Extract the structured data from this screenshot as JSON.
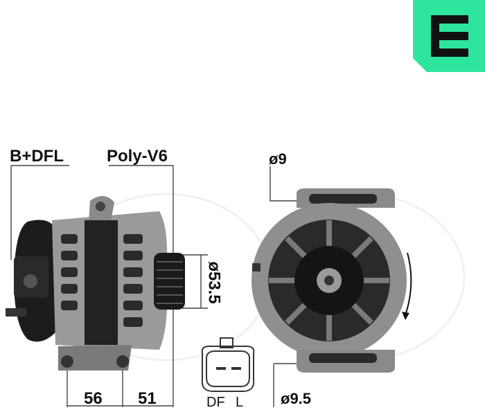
{
  "brand": {
    "color": "#2EE59D",
    "icon": "era-logo-icon"
  },
  "labels": {
    "connector": "B+DFL",
    "pulley": "Poly-V6",
    "pulley_diameter": "ø53.5",
    "top_hole": "ø9",
    "bottom_hole": "ø9.5",
    "dim_left": "56",
    "dim_right": "51",
    "plug_pin_df": "DF",
    "plug_pin_l": "L"
  }
}
